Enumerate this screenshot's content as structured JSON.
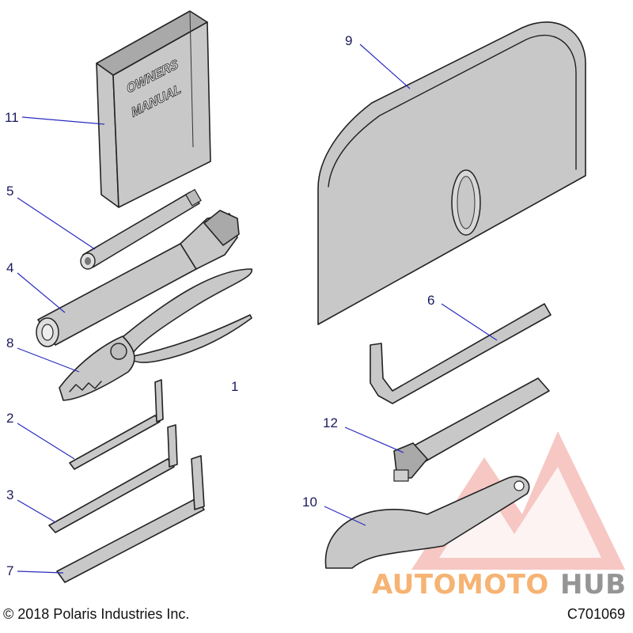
{
  "diagram": {
    "book_title_line1": "OWNERS",
    "book_title_line2": "MANUAL",
    "group_label": "1",
    "callouts": {
      "c2": "2",
      "c3": "3",
      "c4": "4",
      "c5": "5",
      "c6": "6",
      "c7": "7",
      "c8": "8",
      "c9": "9",
      "c10": "10",
      "c11": "11",
      "c12": "12"
    }
  },
  "footer": {
    "copyright": "© 2018 Polaris Industries Inc.",
    "diagram_code": "C701069"
  },
  "watermark": {
    "part1": "AUTOMOTO",
    "part2": "HUB",
    "color_orange": "#f5a65b",
    "color_red": "#e0453b",
    "color_gray": "#8a8a8a"
  },
  "colors": {
    "callout_text": "#1a1a5e",
    "leader_line": "#2b2bbf",
    "part_fill": "#c8c8c8"
  }
}
